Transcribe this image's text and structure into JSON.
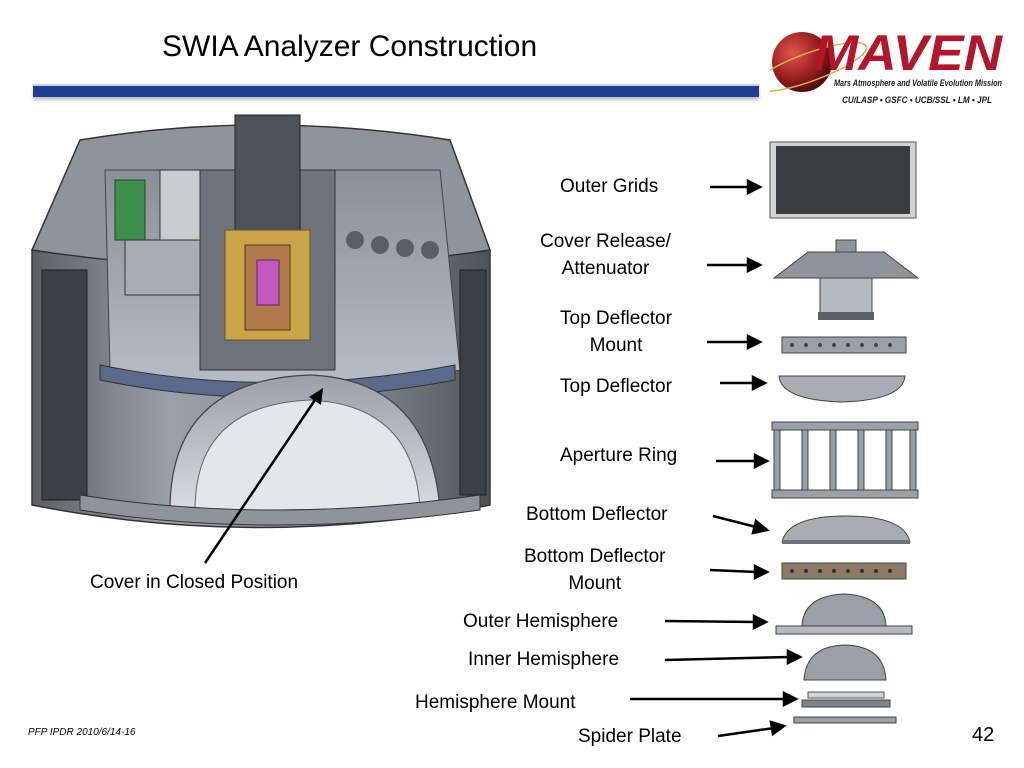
{
  "slide": {
    "title": "SWIA Analyzer Construction",
    "footer": "PFP IPDR 2010/6/14-16",
    "page_number": "42"
  },
  "logo": {
    "wordmark": "MAVEN",
    "subtitle": "Mars Atmosphere and Volatile Evolution Mission",
    "partners": "CU/LASP • GSFC • UCB/SSL • LM • JPL",
    "colors": {
      "red": "#b3162b",
      "planet": "#8e1b1b"
    }
  },
  "callout": {
    "label": "Cover in Closed Position"
  },
  "components": [
    {
      "id": "outer-grids",
      "lines": [
        "Outer Grids"
      ]
    },
    {
      "id": "cover-release",
      "lines": [
        "Cover Release/",
        "Attenuator"
      ]
    },
    {
      "id": "top-deflector-mount",
      "lines": [
        "Top Deflector",
        "Mount"
      ]
    },
    {
      "id": "top-deflector",
      "lines": [
        "Top Deflector"
      ]
    },
    {
      "id": "aperture-ring",
      "lines": [
        "Aperture Ring"
      ]
    },
    {
      "id": "bottom-deflector",
      "lines": [
        "Bottom Deflector"
      ]
    },
    {
      "id": "bottom-deflector-mount",
      "lines": [
        "Bottom Deflector",
        "Mount"
      ]
    },
    {
      "id": "outer-hemisphere",
      "lines": [
        "Outer Hemisphere"
      ]
    },
    {
      "id": "inner-hemisphere",
      "lines": [
        "Inner Hemisphere"
      ]
    },
    {
      "id": "hemisphere-mount",
      "lines": [
        "Hemisphere Mount"
      ]
    },
    {
      "id": "spider-plate",
      "lines": [
        "Spider Plate"
      ]
    }
  ]
}
